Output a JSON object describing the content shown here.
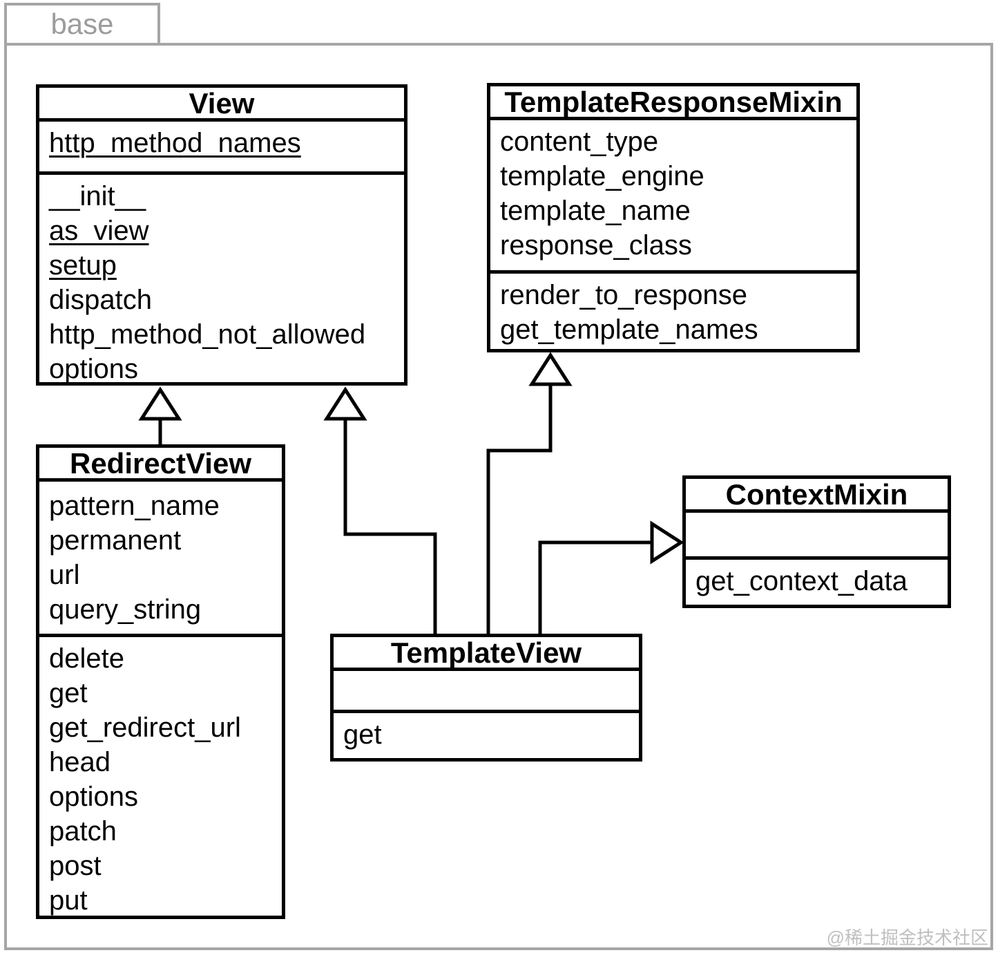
{
  "package": {
    "name": "base"
  },
  "watermark": "@稀土掘金技术社区",
  "colors": {
    "frame_border": "#a6a6a6",
    "tab_text": "#9c9c9c",
    "box_border": "#000000",
    "box_fill": "#ffffff",
    "text": "#000000",
    "watermark_text": "#bfbfbf"
  },
  "classes": [
    {
      "name": "View",
      "attributes": [
        {
          "text": "http_method_names",
          "underline": true
        }
      ],
      "methods": [
        {
          "text": "__init__",
          "underline": false
        },
        {
          "text": "as_view",
          "underline": true
        },
        {
          "text": "setup",
          "underline": true
        },
        {
          "text": "dispatch",
          "underline": false
        },
        {
          "text": "http_method_not_allowed",
          "underline": false
        },
        {
          "text": "options",
          "underline": false
        }
      ]
    },
    {
      "name": "TemplateResponseMixin",
      "attributes": [
        {
          "text": "content_type",
          "underline": false
        },
        {
          "text": "template_engine",
          "underline": false
        },
        {
          "text": "template_name",
          "underline": false
        },
        {
          "text": "response_class",
          "underline": false
        }
      ],
      "methods": [
        {
          "text": "render_to_response",
          "underline": false
        },
        {
          "text": "get_template_names",
          "underline": false
        }
      ]
    },
    {
      "name": "RedirectView",
      "attributes": [
        {
          "text": "pattern_name",
          "underline": false
        },
        {
          "text": "permanent",
          "underline": false
        },
        {
          "text": "url",
          "underline": false
        },
        {
          "text": "query_string",
          "underline": false
        }
      ],
      "methods": [
        {
          "text": "delete",
          "underline": false
        },
        {
          "text": "get",
          "underline": false
        },
        {
          "text": "get_redirect_url",
          "underline": false
        },
        {
          "text": "head",
          "underline": false
        },
        {
          "text": "options",
          "underline": false
        },
        {
          "text": "patch",
          "underline": false
        },
        {
          "text": "post",
          "underline": false
        },
        {
          "text": "put",
          "underline": false
        }
      ]
    },
    {
      "name": "ContextMixin",
      "attributes": [],
      "methods": [
        {
          "text": "get_context_data",
          "underline": false
        }
      ]
    },
    {
      "name": "TemplateView",
      "attributes": [],
      "methods": [
        {
          "text": "get",
          "underline": false
        }
      ]
    }
  ],
  "relationships": [
    {
      "from": "RedirectView",
      "to": "View",
      "type": "generalization"
    },
    {
      "from": "TemplateView",
      "to": "View",
      "type": "generalization"
    },
    {
      "from": "TemplateView",
      "to": "TemplateResponseMixin",
      "type": "generalization"
    },
    {
      "from": "TemplateView",
      "to": "ContextMixin",
      "type": "generalization"
    }
  ]
}
